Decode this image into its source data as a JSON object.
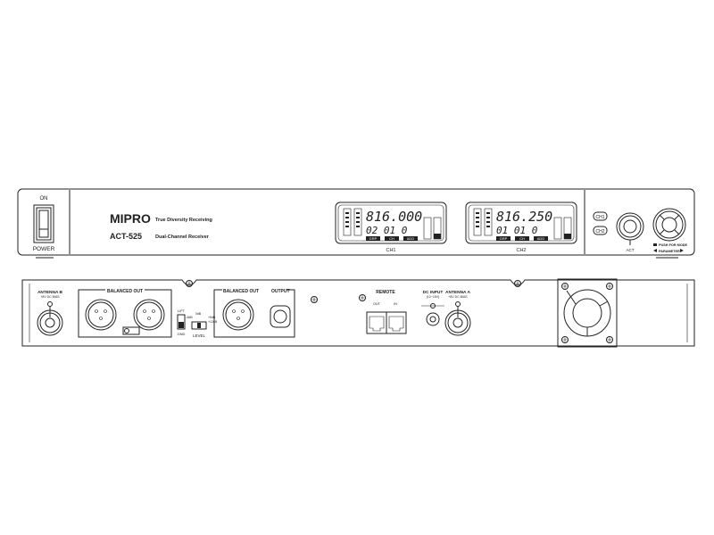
{
  "front": {
    "power_on_label": "ON",
    "power_label": "POWER",
    "brand": "MIPRO",
    "tagline": "True Diversity Receiving",
    "model": "ACT-525",
    "model_desc": "Dual-Channel Receiver",
    "channels": [
      {
        "label": "CH1",
        "frequency": "816.000",
        "group_channel": "02 01 0",
        "buttons": [
          "GRP",
          "CH",
          "ADD"
        ]
      },
      {
        "label": "CH2",
        "frequency": "816.250",
        "group_channel": "01 01 0",
        "buttons": [
          "GRP",
          "CH",
          "ADD"
        ]
      }
    ],
    "select_ch1": "CH1",
    "select_ch2": "CH2",
    "act_label": "ACT",
    "push_for_mode": "PUSH FOR MODE",
    "parameter": "PARAMETER"
  },
  "rear": {
    "antenna_b": "ANTENNA B",
    "antenna_b_bias": "+8V DC BIAS",
    "balanced_out_1": "BALANCED OUT",
    "lift": "LIFT",
    "gnd": "GND",
    "level": "LEVEL",
    "level_0db": "0dB",
    "level_neg6": "-6dB",
    "level_pos6": "+6dB",
    "level_pos12": "+12dB",
    "balanced_out_2": "BALANCED OUT",
    "output": "OUTPUT",
    "remote": "REMOTE",
    "remote_out": "OUT",
    "remote_in": "IN",
    "dc_input": "DC INPUT",
    "dc_range": "(12~15V)",
    "antenna_a": "ANTENNA A",
    "antenna_a_bias": "+8V DC BIAS"
  }
}
